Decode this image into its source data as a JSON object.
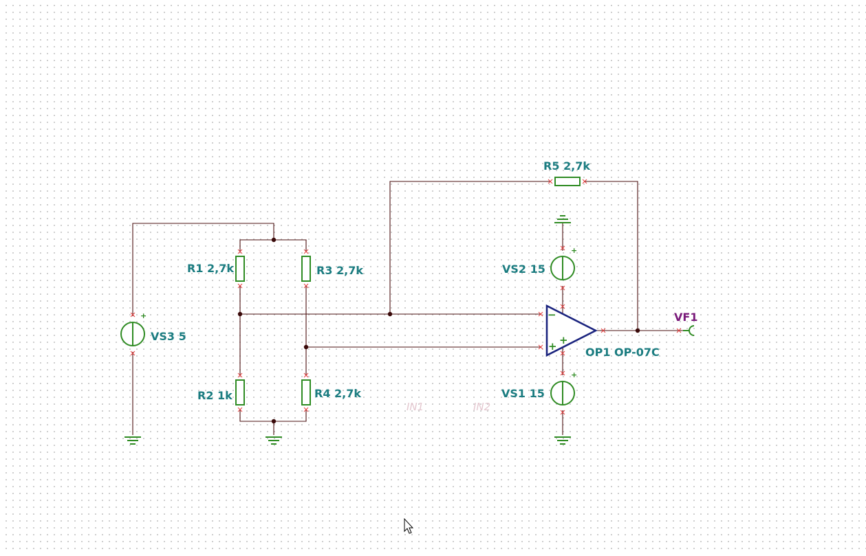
{
  "components": {
    "r1": "R1 2,7k",
    "r2": "R2 1k",
    "r3": "R3 2,7k",
    "r4": "R4 2,7k",
    "r5": "R5 2,7k",
    "vs1": "VS1 15",
    "vs2": "VS2 15",
    "vs3": "VS3 5",
    "op1": "OP1 OP-07C",
    "vf1": "VF1"
  },
  "ghost_labels": {
    "n1": "IN1",
    "n2": "IN2"
  },
  "colors": {
    "wire": "#4a0f0f",
    "component": "#2e8b22",
    "opamp": "#1a237e",
    "label": "#1b7c80",
    "meter_label": "#7a1a7a",
    "pin": "#e23b3b"
  }
}
